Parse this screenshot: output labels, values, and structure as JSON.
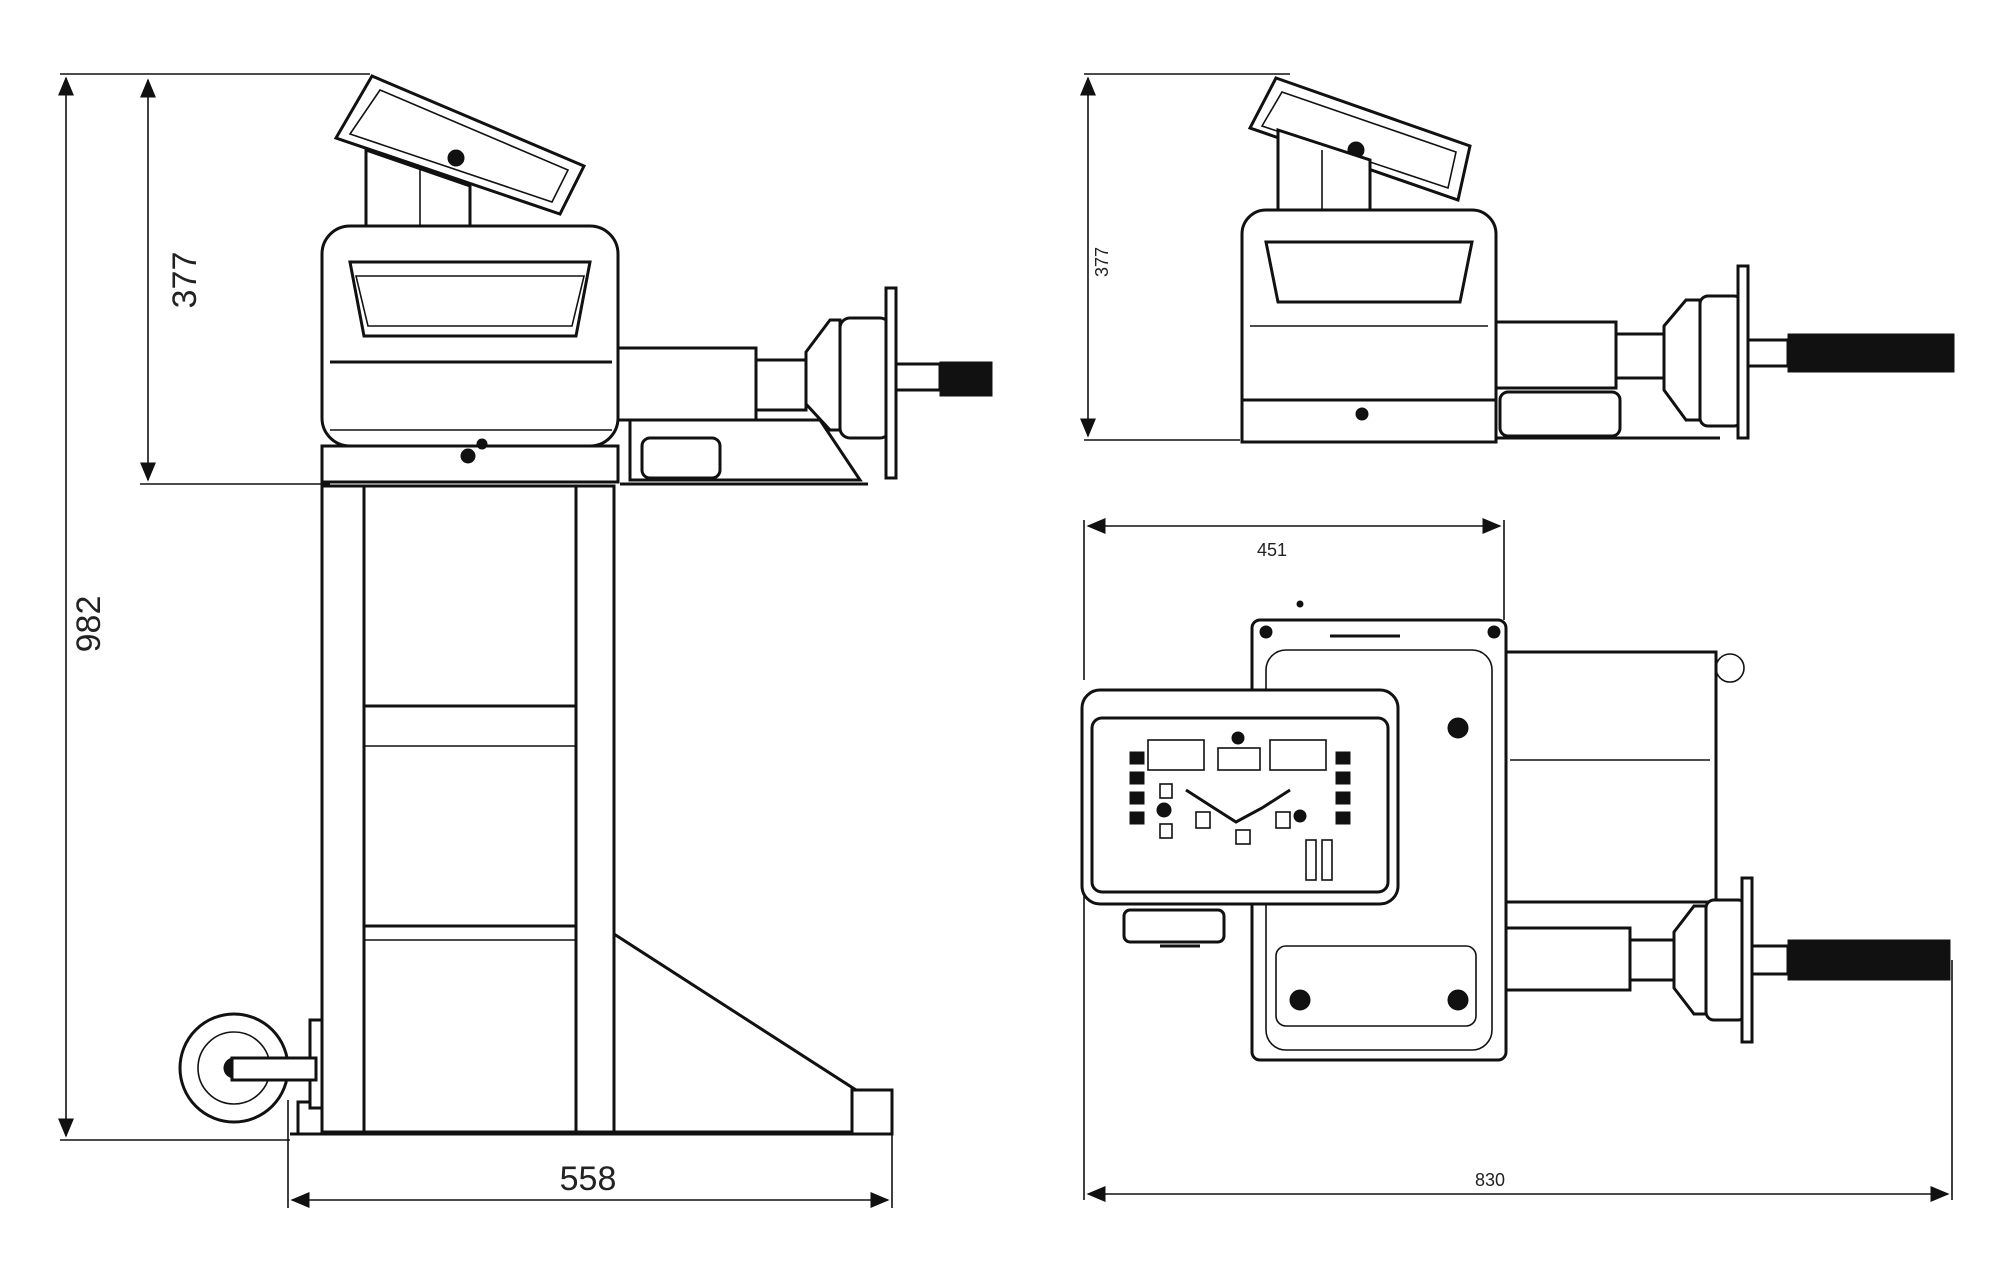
{
  "drawing": {
    "views": {
      "side_view": {
        "overall_height": "982",
        "head_height": "377",
        "base_width": "558"
      },
      "rear_view": {
        "head_height": "377"
      },
      "top_view": {
        "depth": "451",
        "overall_width": "830"
      }
    }
  },
  "colors": {
    "line": "#111111",
    "background": "#ffffff"
  }
}
